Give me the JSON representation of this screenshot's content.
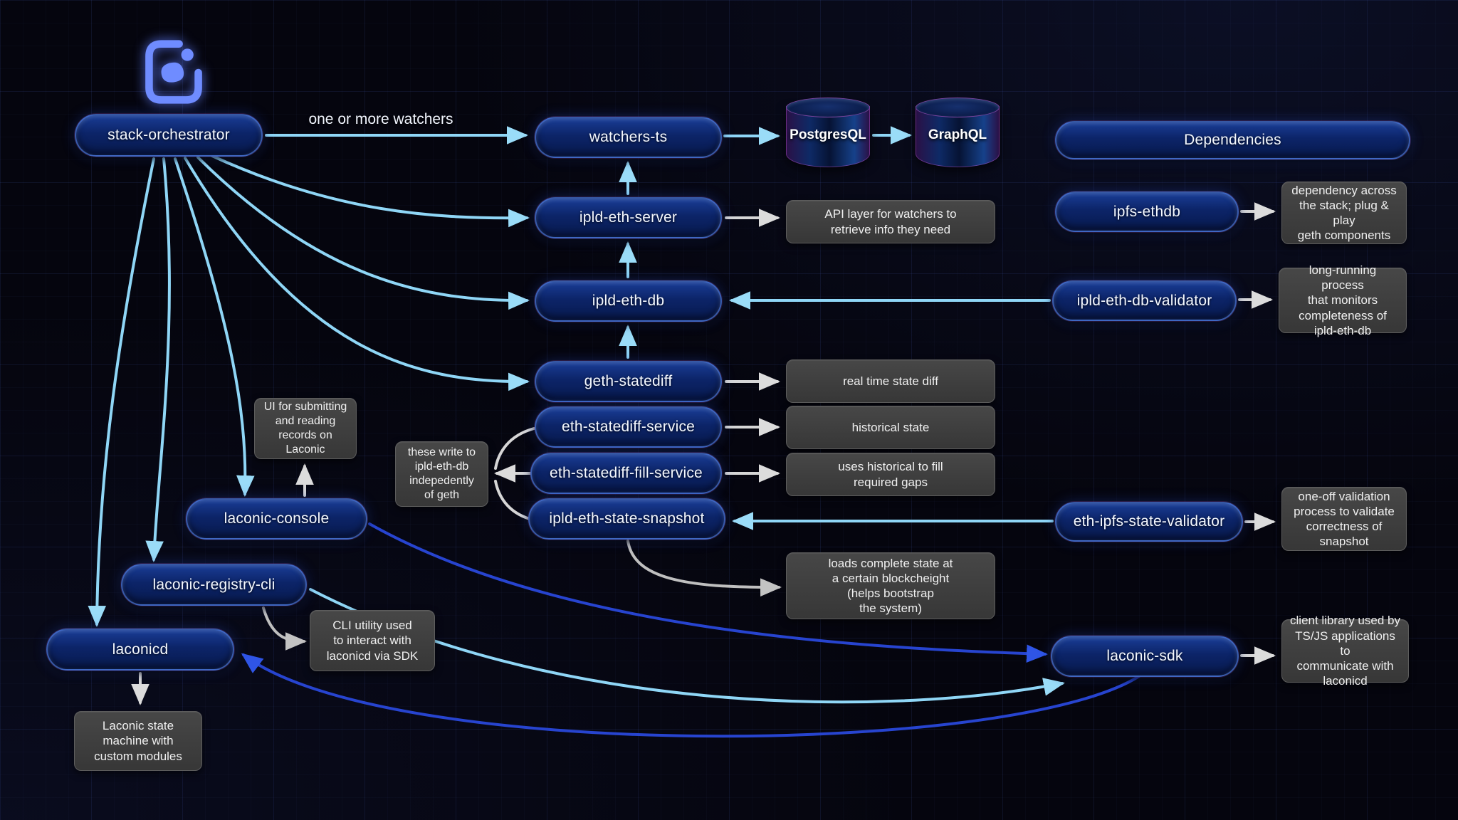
{
  "diagram": {
    "title_label": "one or more watchers",
    "colors": {
      "arrow_cyan": "#8fd6f6",
      "arrow_white": "#d6d6d6",
      "arrow_blue": "#2744cf",
      "arrow_gray": "#bfbfbf",
      "pill_fill": "#0c2468",
      "pill_border": "#5f8ceb",
      "note_fill": "#3c3c3c",
      "background": "#05050e"
    }
  },
  "nodes": {
    "stack_orchestrator": "stack-orchestrator",
    "watchers_ts": "watchers-ts",
    "postgresql": "PostgresQL",
    "graphql": "GraphQL",
    "dependencies": "Dependencies",
    "ipld_eth_server": "ipld-eth-server",
    "ipfs_ethdb": "ipfs-ethdb",
    "ipld_eth_db": "ipld-eth-db",
    "ipld_eth_db_validator": "ipld-eth-db-validator",
    "geth_statediff": "geth-statediff",
    "eth_statediff_service": "eth-statediff-service",
    "eth_statediff_fill_service": "eth-statediff-fill-service",
    "ipld_eth_state_snapshot": "ipld-eth-state-snapshot",
    "eth_ipfs_state_validator": "eth-ipfs-state-validator",
    "laconic_console": "laconic-console",
    "laconic_registry_cli": "laconic-registry-cli",
    "laconicd": "laconicd",
    "laconic_sdk": "laconic-sdk"
  },
  "notes": {
    "api_layer": "API layer for watchers to\nretrieve info they need",
    "ipfs_ethdb_note": "dependency across\nthe stack; plug & play\ngeth components",
    "db_validator_note": "long-running process\nthat monitors\ncompleteness of\nipld-eth-db",
    "real_time": "real time state diff",
    "historical": "historical state",
    "fill_gaps": "uses historical to fill\nrequired gaps",
    "write_independently": "these write to\nipld-eth-db\nindepedently\nof geth",
    "snapshot_validator_note": "one-off validation\nprocess to validate\ncorrectness of\nsnapshot",
    "console_note": "UI for submitting\nand reading\nrecords on\nLaconic",
    "loads_state": "loads complete state at\na certain blockcheight\n(helps bootstrap\nthe system)",
    "cli_note": "CLI utility used\nto interact with\nlaconicd via SDK",
    "sdk_note": "client library used by\nTS/JS applications to\ncommunicate with\nlaconicd",
    "laconicd_note": "Laconic state\nmachine with\ncustom modules"
  }
}
